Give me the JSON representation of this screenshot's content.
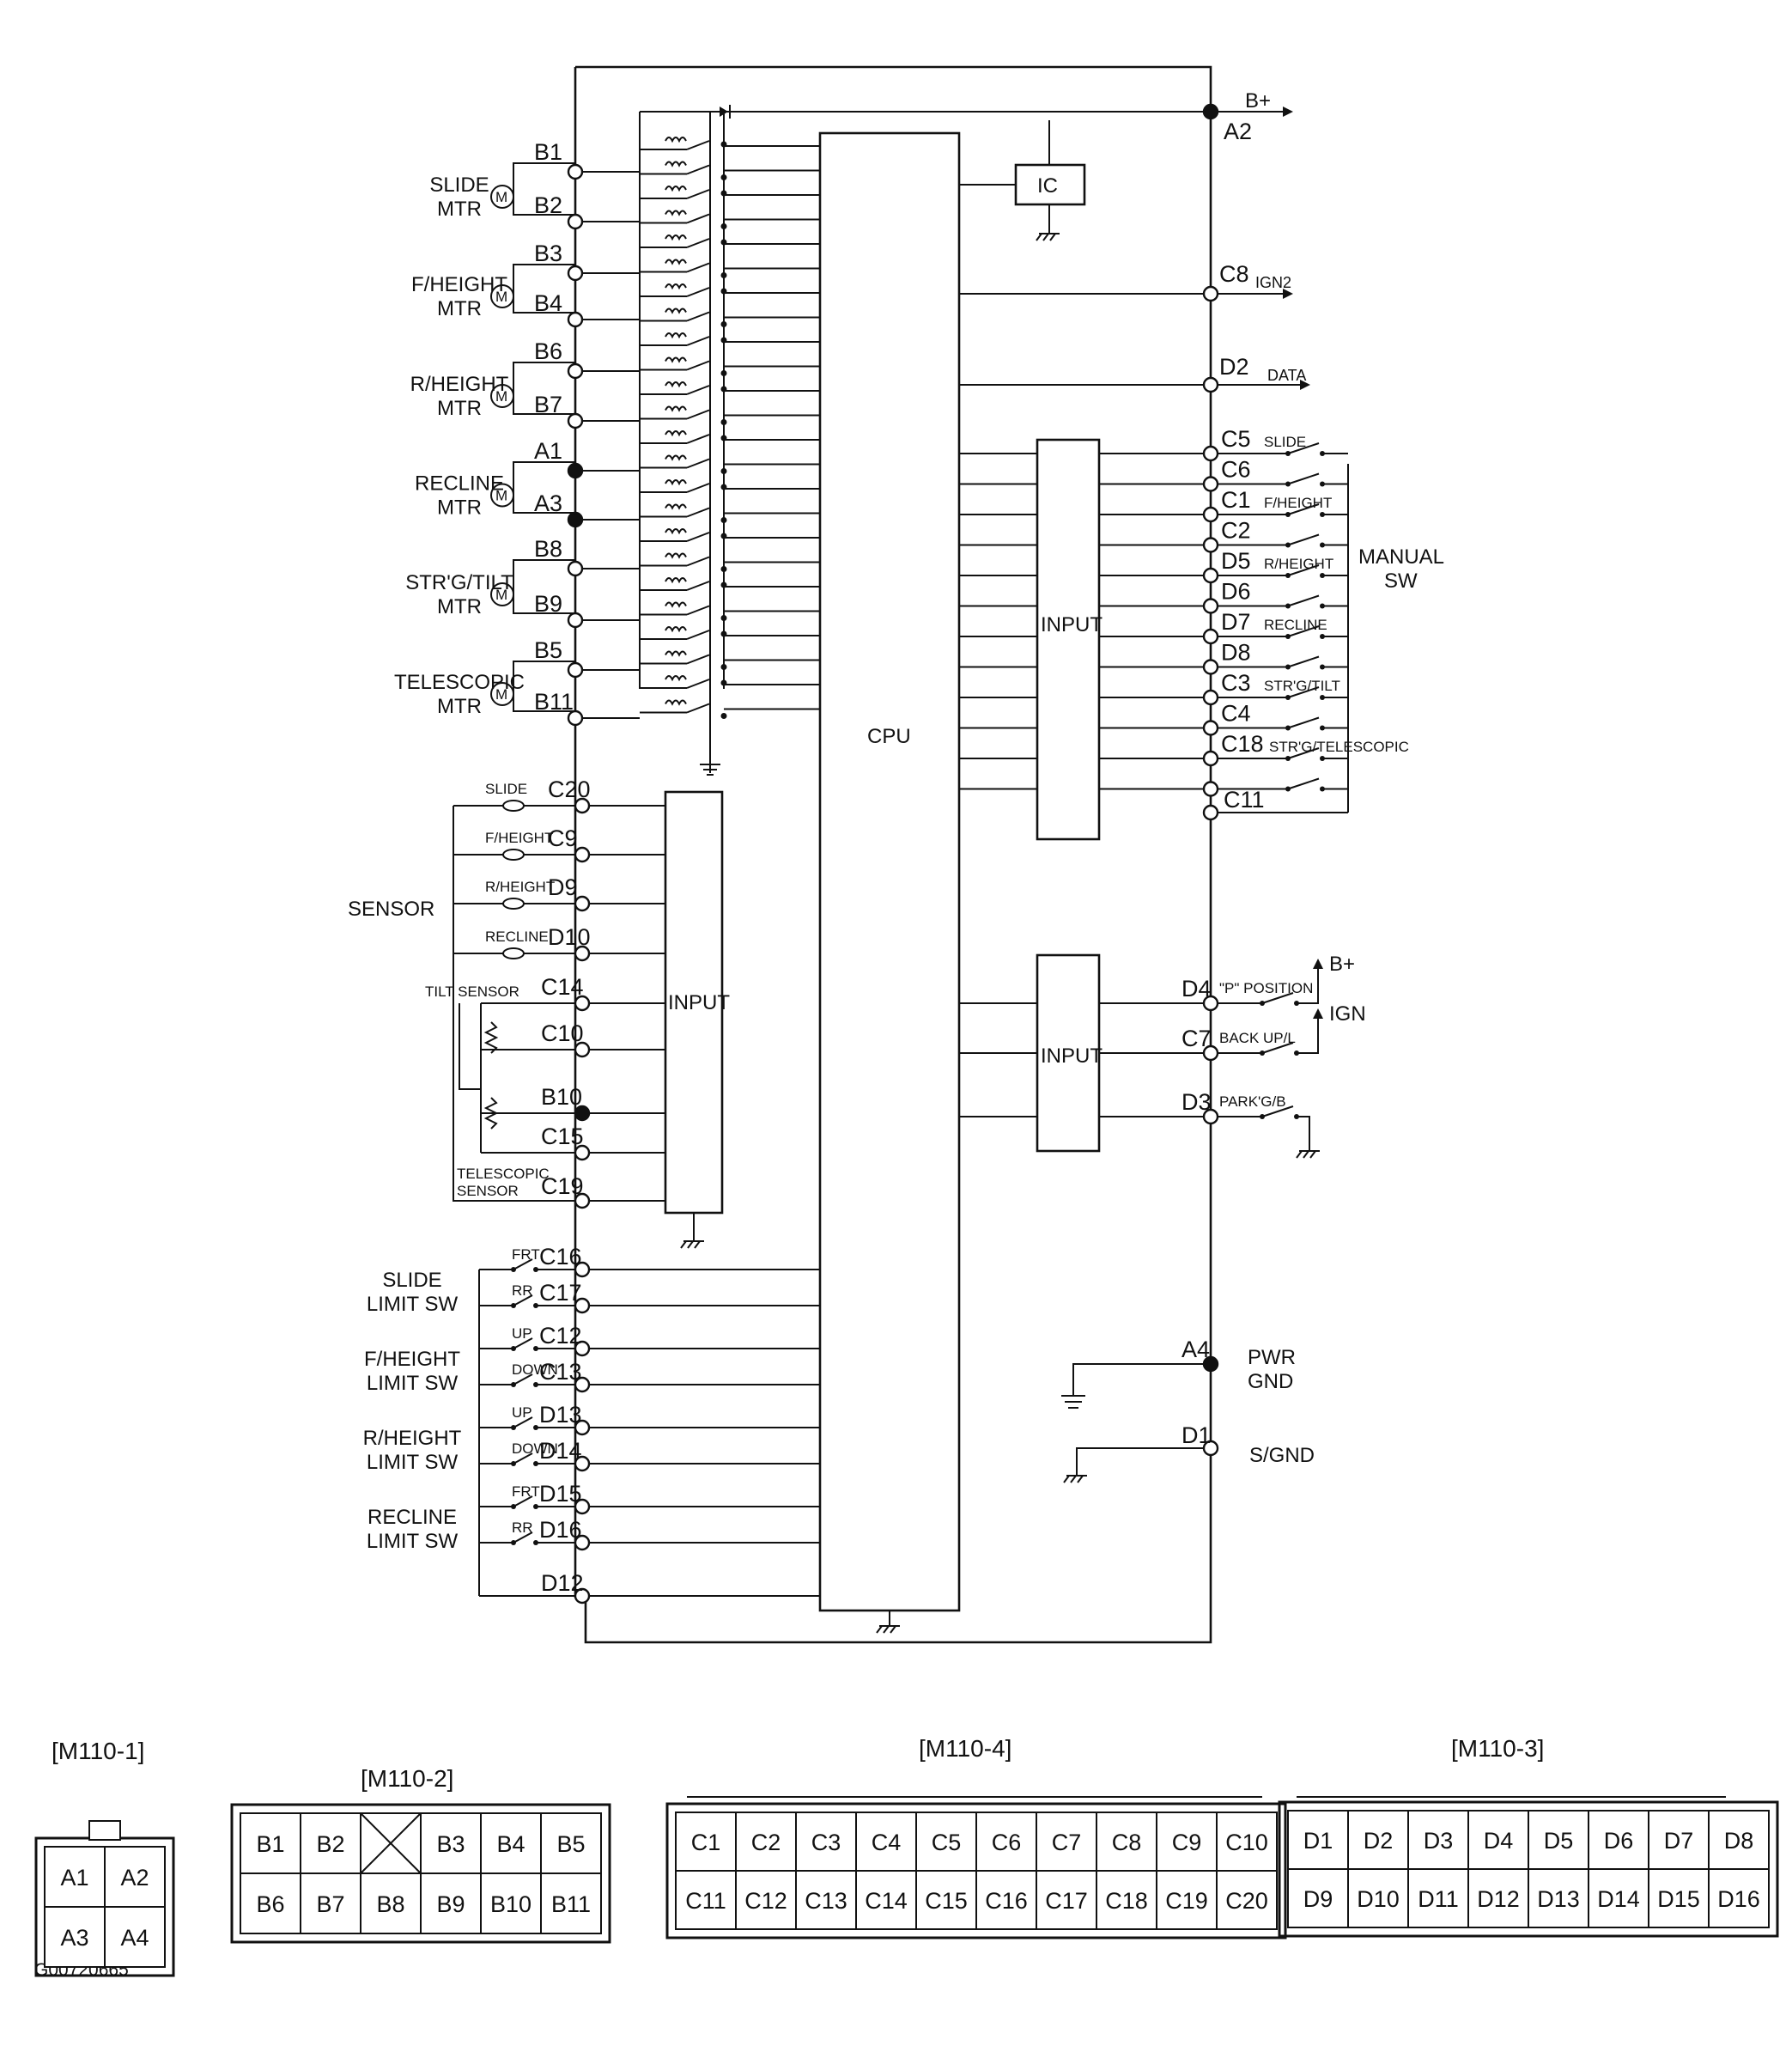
{
  "figure_id": "G00720665",
  "power": {
    "bplus": "B+",
    "ign": "IGN",
    "ign2": "IGN2",
    "data": "DATA",
    "pwr_gnd": "PWR\nGND",
    "s_gnd": "S/GND"
  },
  "blocks": {
    "cpu": "CPU",
    "ic": "IC",
    "input": "INPUT"
  },
  "pins": {
    "A2": "A2",
    "C8": "C8",
    "D2": "D2",
    "C11": "C11",
    "D4": "D4",
    "C7": "C7",
    "D3": "D3",
    "A4": "A4",
    "D1": "D1",
    "D12": "D12"
  },
  "motors": [
    {
      "label": "SLIDE\nMTR",
      "pins": [
        "B1",
        "B2"
      ]
    },
    {
      "label": "F/HEIGHT\nMTR",
      "pins": [
        "B3",
        "B4"
      ]
    },
    {
      "label": "R/HEIGHT\nMTR",
      "pins": [
        "B6",
        "B7"
      ]
    },
    {
      "label": "RECLINE\nMTR",
      "pins": [
        "A1",
        "A3"
      ]
    },
    {
      "label": "STR'G/TILT\nMTR",
      "pins": [
        "B8",
        "B9"
      ]
    },
    {
      "label": "TELESCOPIC\nMTR",
      "pins": [
        "B5",
        "B11"
      ]
    }
  ],
  "manual_sw": {
    "title": "MANUAL\nSW",
    "rows": [
      {
        "pin": "C5",
        "name": "SLIDE"
      },
      {
        "pin": "C6",
        "name": ""
      },
      {
        "pin": "C1",
        "name": "F/HEIGHT"
      },
      {
        "pin": "C2",
        "name": ""
      },
      {
        "pin": "D5",
        "name": "R/HEIGHT"
      },
      {
        "pin": "D6",
        "name": ""
      },
      {
        "pin": "D7",
        "name": "RECLINE"
      },
      {
        "pin": "D8",
        "name": ""
      },
      {
        "pin": "C3",
        "name": "STR'G/TILT"
      },
      {
        "pin": "C4",
        "name": ""
      },
      {
        "pin": "C18",
        "name": "STR'G/TELESCOPIC"
      },
      {
        "pin": "",
        "name": ""
      }
    ]
  },
  "sensor": {
    "title": "SENSOR",
    "rows": [
      {
        "name": "SLIDE",
        "pin": "C20"
      },
      {
        "name": "F/HEIGHT",
        "pin": "C9"
      },
      {
        "name": "R/HEIGHT",
        "pin": "D9"
      },
      {
        "name": "RECLINE",
        "pin": "D10"
      }
    ],
    "tilt": {
      "name": "TILT SENSOR",
      "pins": [
        "C14",
        "C10",
        "B10",
        "C15"
      ]
    },
    "telescopic": {
      "name": "TELESCOPIC\nSENSOR",
      "pin": "C19"
    }
  },
  "limit_sw": [
    {
      "label": "SLIDE\nLIMIT SW",
      "rows": [
        {
          "tag": "FRT",
          "pin": "C16"
        },
        {
          "tag": "RR",
          "pin": "C17"
        }
      ]
    },
    {
      "label": "F/HEIGHT\nLIMIT SW",
      "rows": [
        {
          "tag": "UP",
          "pin": "C12"
        },
        {
          "tag": "DOWN",
          "pin": "C13"
        }
      ]
    },
    {
      "label": "R/HEIGHT\nLIMIT SW",
      "rows": [
        {
          "tag": "UP",
          "pin": "D13"
        },
        {
          "tag": "DOWN",
          "pin": "D14"
        }
      ]
    },
    {
      "label": "RECLINE\nLIMIT SW",
      "rows": [
        {
          "tag": "FRT",
          "pin": "D15"
        },
        {
          "tag": "RR",
          "pin": "D16"
        }
      ]
    }
  ],
  "shift_sw": [
    {
      "pin": "D4",
      "name": "\"P\" POSITION",
      "supply": "B+"
    },
    {
      "pin": "C7",
      "name": "BACK UP/L",
      "supply": "IGN"
    },
    {
      "pin": "D3",
      "name": "PARK'G/B",
      "supply": ""
    }
  ],
  "connectors": [
    {
      "name": "[M110-1]",
      "rows": [
        [
          "A1",
          "A2"
        ],
        [
          "A3",
          "A4"
        ]
      ]
    },
    {
      "name": "[M110-2]",
      "rows": [
        [
          "B1",
          "B2",
          "",
          "B3",
          "B4",
          "B5"
        ],
        [
          "B6",
          "B7",
          "B8",
          "B9",
          "B10",
          "B11"
        ]
      ]
    },
    {
      "name": "[M110-4]",
      "rows": [
        [
          "C1",
          "C2",
          "C3",
          "C4",
          "C5",
          "C6",
          "C7",
          "C8",
          "C9",
          "C10"
        ],
        [
          "C11",
          "C12",
          "C13",
          "C14",
          "C15",
          "C16",
          "C17",
          "C18",
          "C19",
          "C20"
        ]
      ]
    },
    {
      "name": "[M110-3]",
      "rows": [
        [
          "D1",
          "D2",
          "D3",
          "D4",
          "D5",
          "D6",
          "D7",
          "D8"
        ],
        [
          "D9",
          "D10",
          "D11",
          "D12",
          "D13",
          "D14",
          "D15",
          "D16"
        ]
      ]
    }
  ]
}
